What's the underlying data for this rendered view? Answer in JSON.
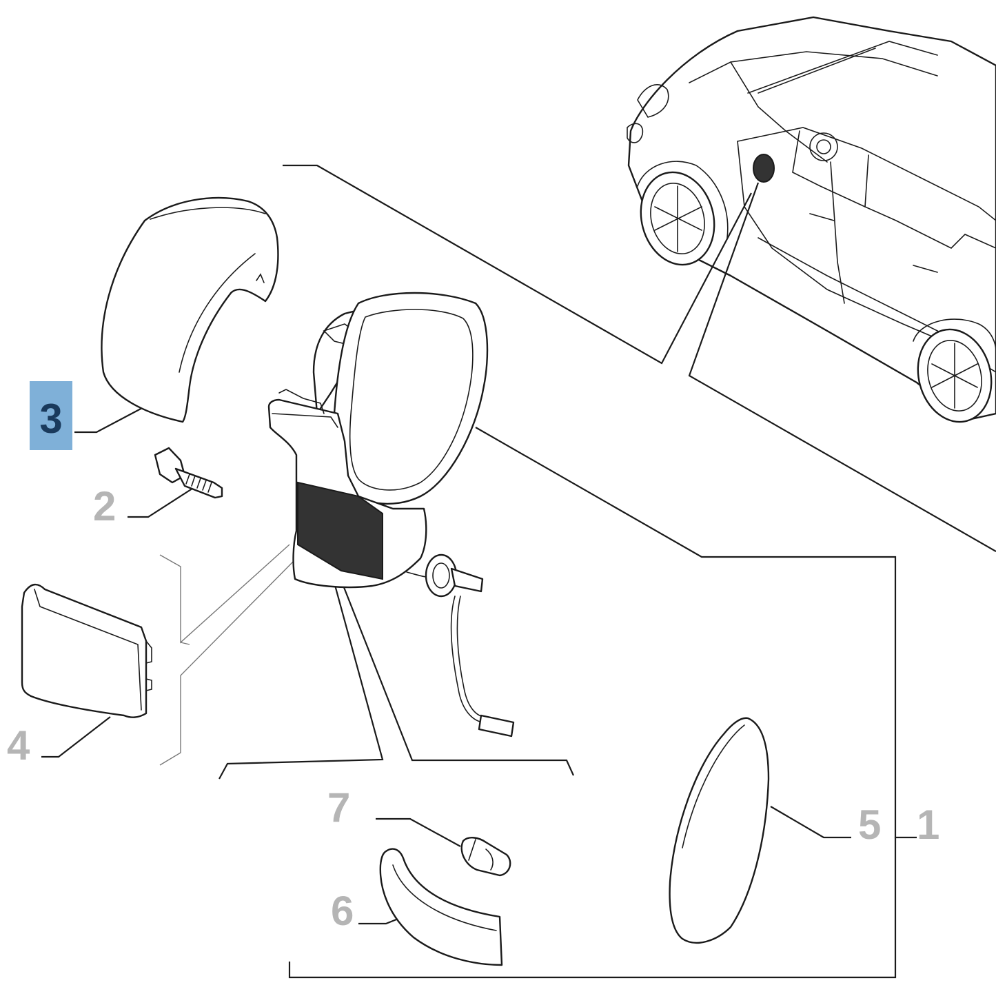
{
  "colors": {
    "line": "#1a1a1a",
    "callout_text": "#b5b5b5",
    "highlight_bg": "#7fb0d8",
    "highlight_text": "#1a3a5c"
  },
  "callouts": {
    "c1": "1",
    "c2": "2",
    "c3": "3",
    "c4": "4",
    "c5": "5",
    "c6": "6",
    "c7": "7"
  },
  "highlighted_callout": "3"
}
